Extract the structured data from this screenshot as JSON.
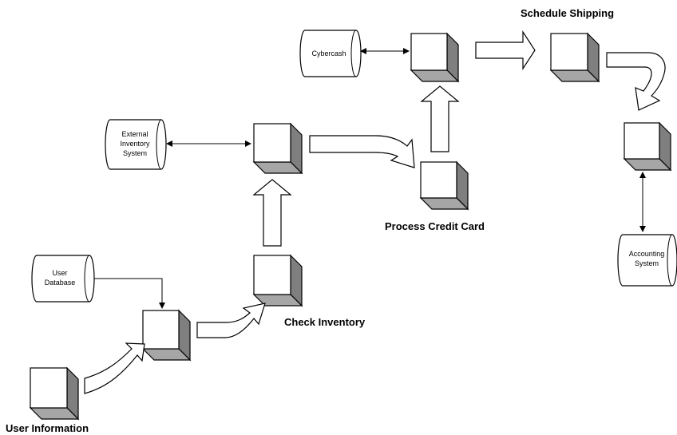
{
  "labels": {
    "user_information": "User Information",
    "check_inventory": "Check Inventory",
    "process_credit_card": "Process Credit Card",
    "schedule_shipping": "Schedule Shipping"
  },
  "databases": {
    "user_database": [
      "User",
      "Database"
    ],
    "external_inventory": [
      "External",
      "Inventory",
      "System"
    ],
    "cybercash": [
      "Cybercash"
    ],
    "accounting_system": [
      "Accounting",
      "System"
    ]
  }
}
